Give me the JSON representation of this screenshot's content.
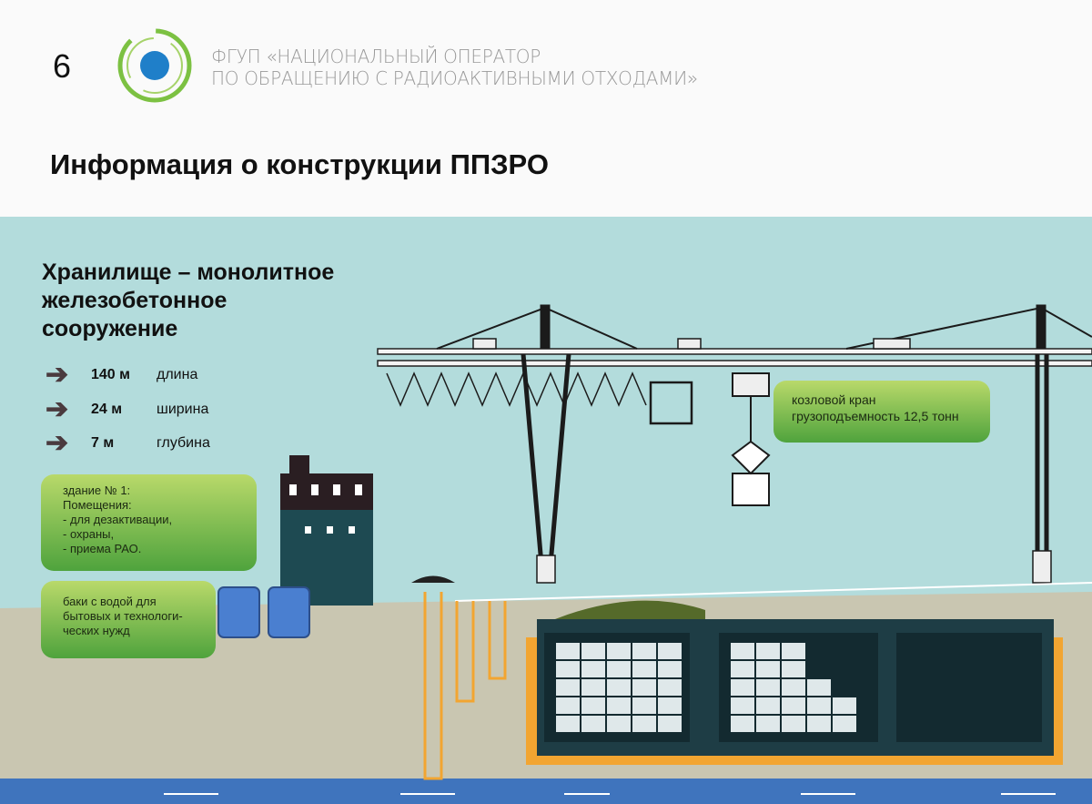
{
  "page_number": "6",
  "organization": {
    "line1": "ФГУП «НАЦИОНАЛЬНЫЙ ОПЕРАТОР",
    "line2": "ПО ОБРАЩЕНИЮ С РАДИОАКТИВНЫМИ ОТХОДАМИ»"
  },
  "title": "Информация о конструкции ППЗРО",
  "subtitle": {
    "line1": "Хранилище – монолитное",
    "line2": "железобетонное",
    "line3": "сооружение"
  },
  "dimensions": [
    {
      "value": "140 м",
      "label": "длина"
    },
    {
      "value": "24 м",
      "label": "ширина"
    },
    {
      "value": "7 м",
      "label": "глубина"
    }
  ],
  "callouts": {
    "building": [
      "здание № 1:",
      "Помещения:",
      "- для дезактивации,",
      "- охраны,",
      "- приема РАО."
    ],
    "tanks": [
      "баки с водой для",
      "бытовых и технологи-",
      "ческих нужд"
    ],
    "crane": [
      "козловой кран",
      "грузоподъемность 12,5 тонн"
    ]
  },
  "colors": {
    "sky": "#b3dcdc",
    "ground": "#c9c6b1",
    "water": "#3f74bd",
    "dark": "#1e3d45",
    "orange": "#f2a531",
    "green": "#7cbf4a"
  }
}
